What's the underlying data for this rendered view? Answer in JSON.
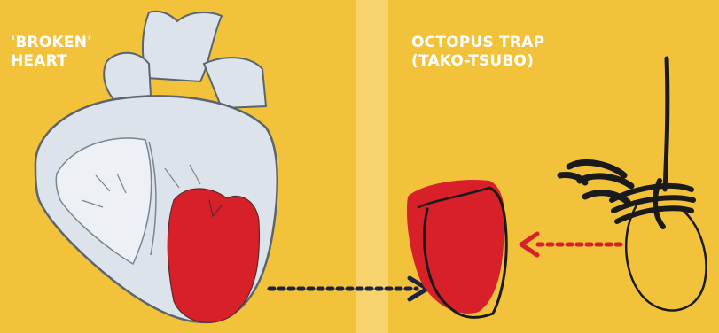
{
  "panels": {
    "left": {
      "title_lines": [
        "'BROKEN'",
        "HEART"
      ]
    },
    "right": {
      "title_lines": [
        "OCTOPUS TRAP",
        "(TAKO-TSUBO)"
      ]
    }
  },
  "colors": {
    "background": "#f2c23a",
    "panel_divider": "#f7d675",
    "heart_body": "#dde3ea",
    "heart_outline": "#5a6570",
    "ventricle_red": "#d8202a",
    "ink": "#1a1a1a",
    "navy_arrow": "#1c2340",
    "red_arrow": "#d8202a",
    "label_text": "#ffffff"
  }
}
